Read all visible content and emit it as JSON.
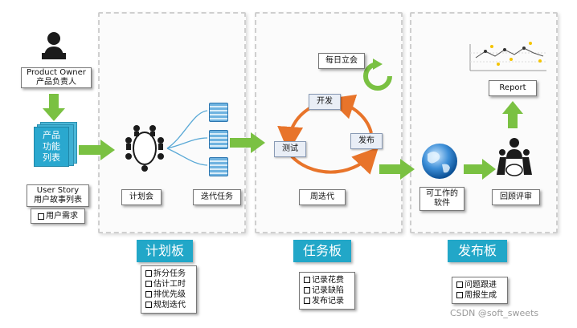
{
  "colors": {
    "arrow_green": "#7ac142",
    "cycle_orange": "#e8742a",
    "tag_blue": "#22a7c8",
    "panel_border": "#cfcfcf"
  },
  "product": {
    "owner_line1": "Product Owner",
    "owner_line2": "产品负责人",
    "stack_line1": "产品",
    "stack_line2": "功能",
    "stack_line3": "列表",
    "story_line1": "User Story",
    "story_line2": "用户故事列表",
    "need": "用户需求"
  },
  "planning": {
    "meeting": "计划会",
    "tasks": "迭代任务"
  },
  "iteration": {
    "daily": "每日立会",
    "dev": "开发",
    "test": "测试",
    "release": "发布",
    "sprint": "周迭代"
  },
  "release": {
    "software_line1": "可工作的",
    "software_line2": "软件",
    "review": "回顾评审",
    "report": "Report"
  },
  "boards": [
    {
      "title": "计划板",
      "items": [
        "拆分任务",
        "估计工时",
        "排优先级",
        "规划迭代"
      ]
    },
    {
      "title": "任务板",
      "items": [
        "记录花费",
        "记录缺陷",
        "发布记录"
      ]
    },
    {
      "title": "发布板",
      "items": [
        "问题跟进",
        "周报生成"
      ]
    }
  ],
  "watermark": "CSDN @soft_sweets"
}
